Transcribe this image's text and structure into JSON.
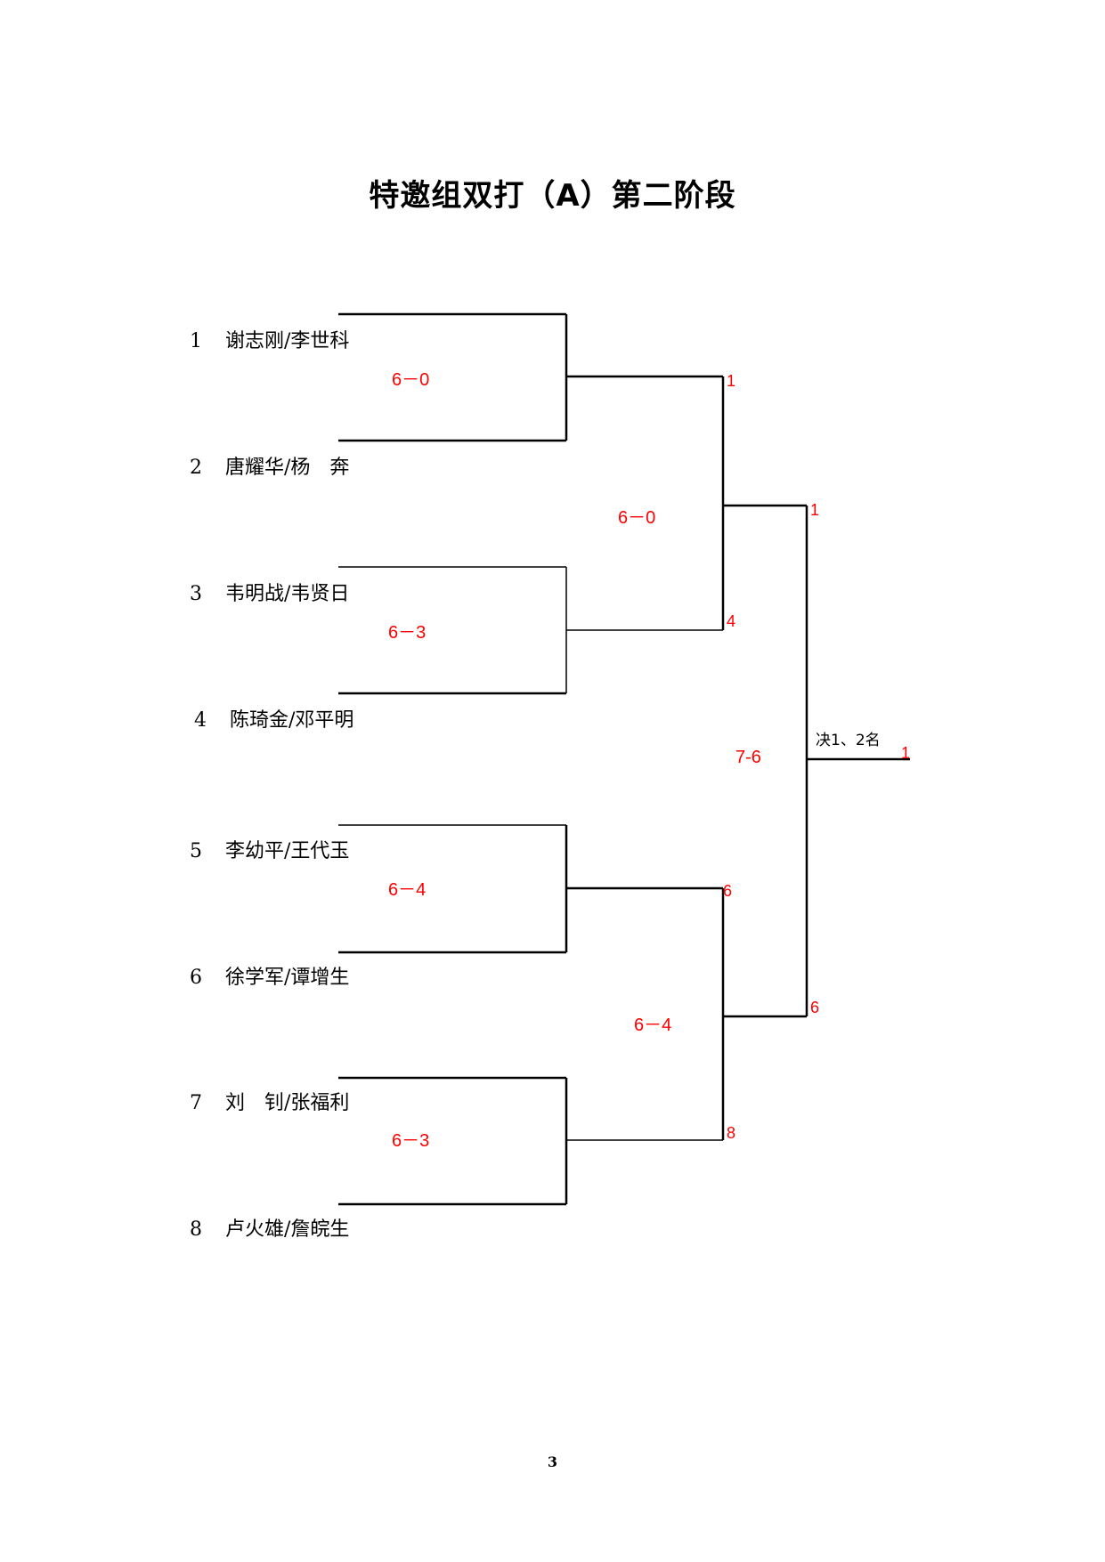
{
  "title": "特邀组双打（A）第二阶段",
  "teams": [
    {
      "seed": "1",
      "name": "谢志刚/李世科"
    },
    {
      "seed": "2",
      "name": "唐耀华/杨　奔"
    },
    {
      "seed": "3",
      "name": "韦明战/韦贤日"
    },
    {
      "seed": "4",
      "name": "陈琦金/邓平明"
    },
    {
      "seed": "5",
      "name": "李幼平/王代玉"
    },
    {
      "seed": "6",
      "name": "徐学军/谭增生"
    },
    {
      "seed": "7",
      "name": "刘　钊/张福利"
    },
    {
      "seed": "8",
      "name": "卢火雄/詹皖生"
    }
  ],
  "round1": [
    {
      "score": "6－0",
      "winner": "1"
    },
    {
      "score": "6－3",
      "winner": "4"
    },
    {
      "score": "6－4",
      "winner": "6"
    },
    {
      "score": "6－3",
      "winner": "8"
    }
  ],
  "semifinals": [
    {
      "score": "6－0",
      "winner": "1"
    },
    {
      "score": "6－4",
      "winner": "6"
    }
  ],
  "final": {
    "label": "决1、2名",
    "score": "7-6",
    "winner": "1"
  },
  "colors": {
    "score": "#ff0000",
    "line": "#000000"
  },
  "page_number": "3"
}
